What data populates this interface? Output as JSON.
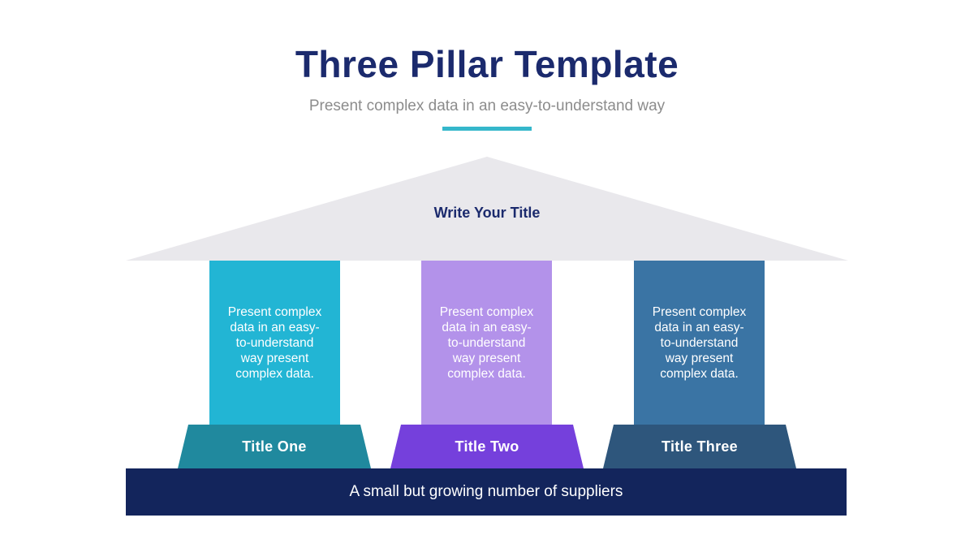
{
  "header": {
    "title": "Three Pillar Template",
    "subtitle": "Present complex data in an easy-to-understand way",
    "title_color": "#1b2a6d",
    "subtitle_color": "#8c8c8c",
    "divider_color": "#35b7cb"
  },
  "roof": {
    "label": "Write Your Title",
    "label_color": "#1b2a6d",
    "fill_color": "#e9e8ec"
  },
  "pillars": [
    {
      "title": "Title One",
      "body": "Present complex\ndata in an easy-\nto-understand\nway present\ncomplex data.",
      "body_color": "#22b5d4",
      "base_color": "#20899e"
    },
    {
      "title": "Title Two",
      "body": "Present complex\ndata in an easy-\nto-understand\nway present\ncomplex data.",
      "body_color": "#b392ea",
      "base_color": "#7540dc"
    },
    {
      "title": "Title Three",
      "body": "Present complex\ndata in an easy-\nto-understand\nway present\ncomplex data.",
      "body_color": "#3a74a4",
      "base_color": "#2e567c"
    }
  ],
  "footer": {
    "caption": "A small but growing number of suppliers",
    "bar_color": "#13255c"
  }
}
